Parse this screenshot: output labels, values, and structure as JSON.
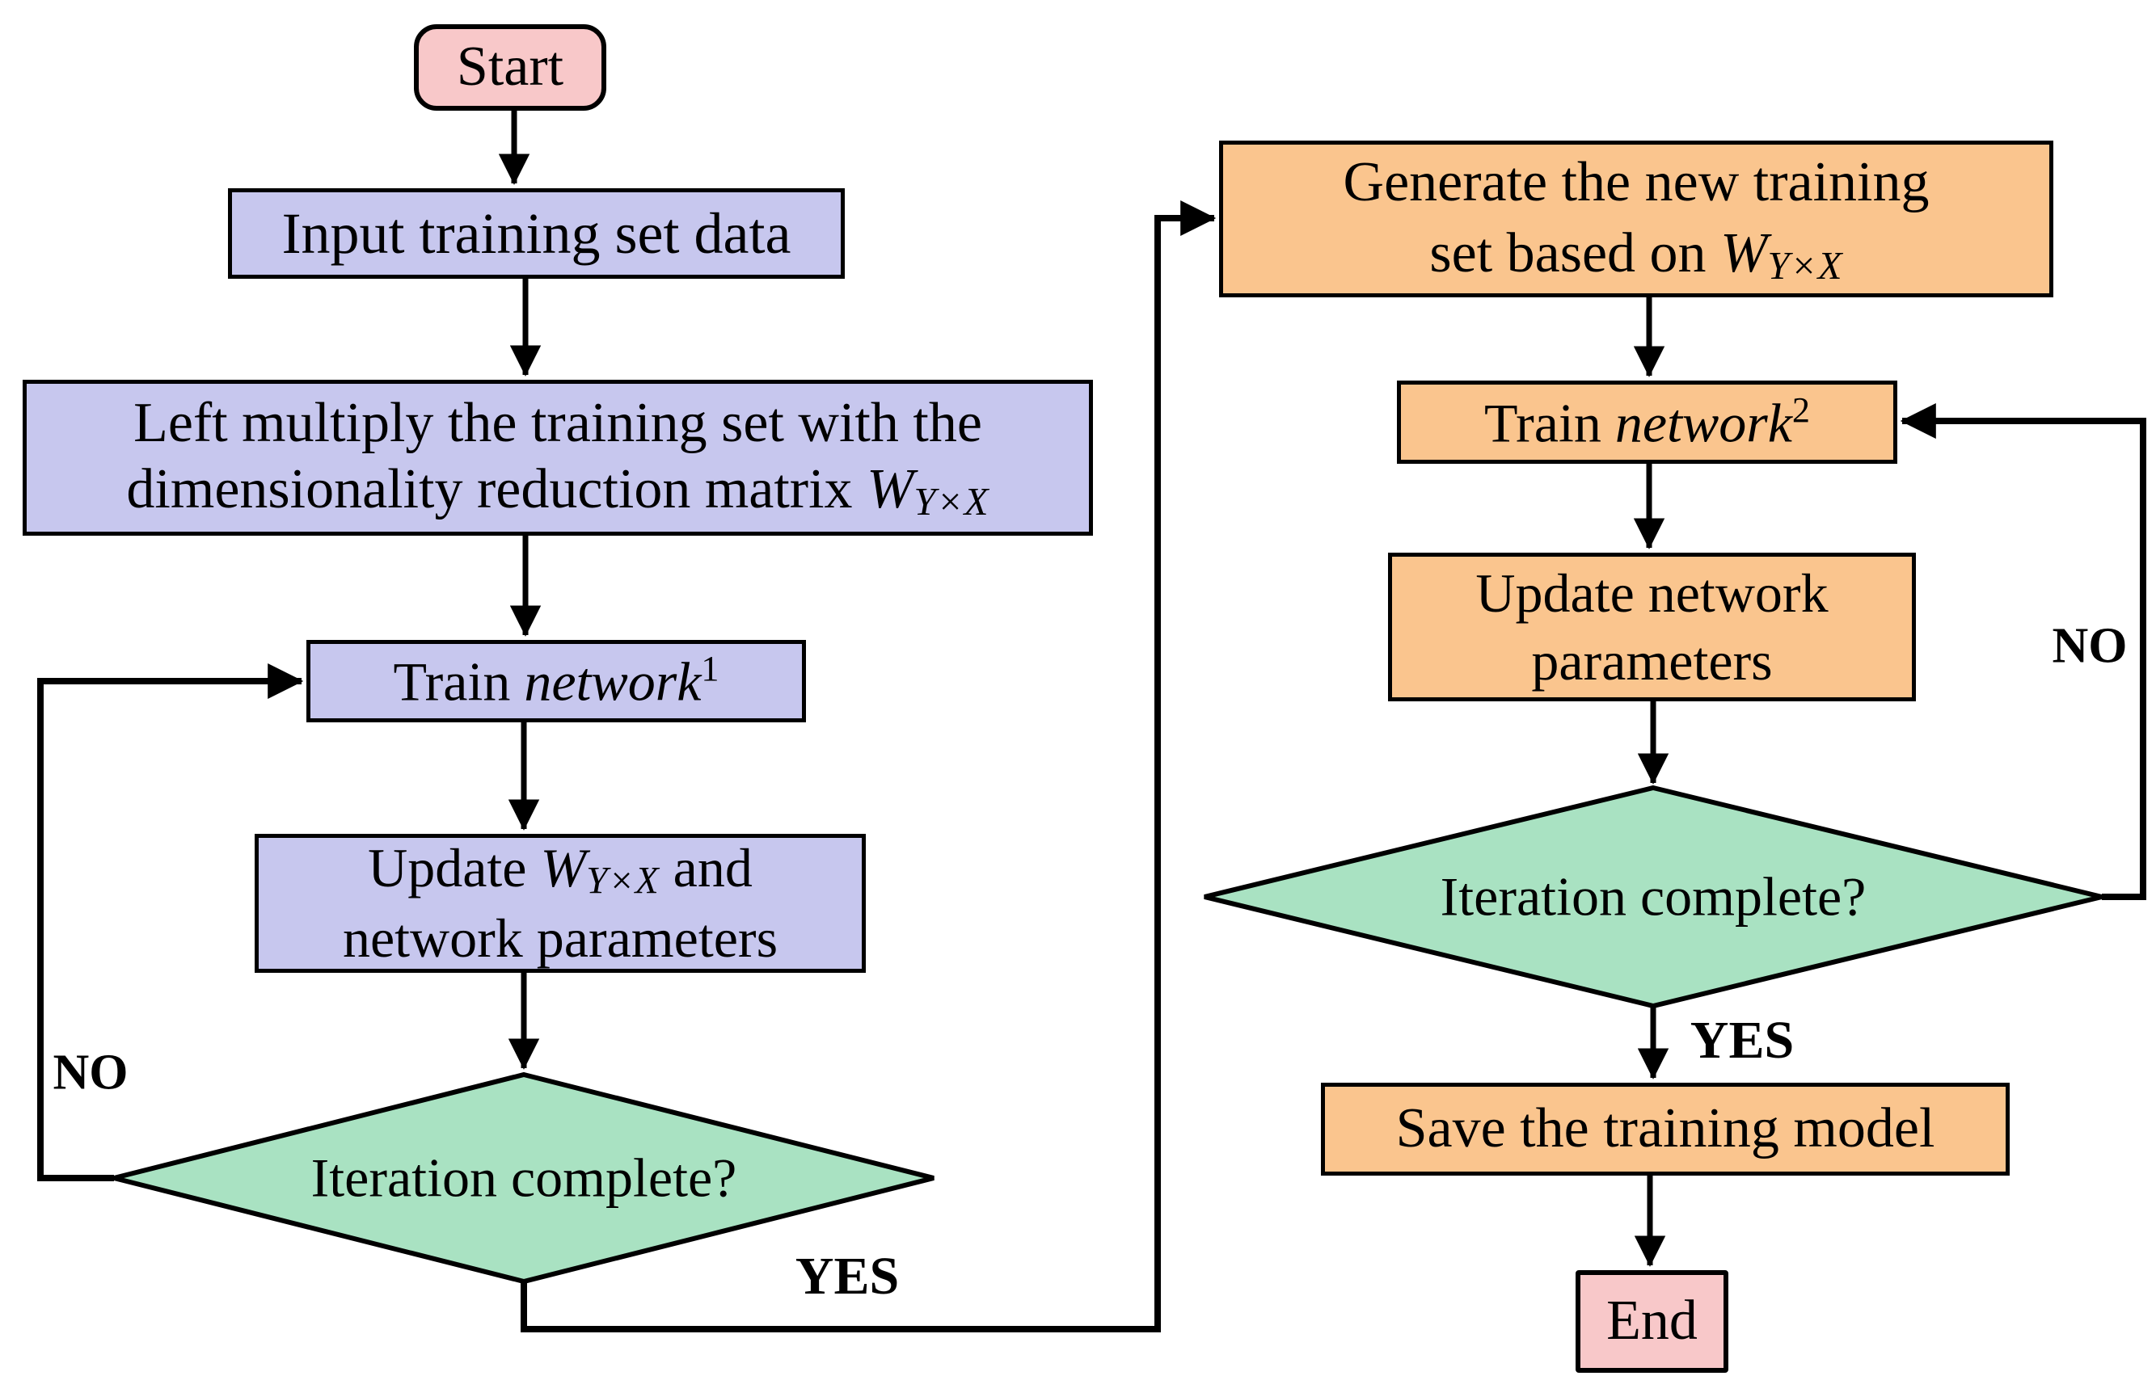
{
  "diagram": {
    "type": "flowchart",
    "nodes": {
      "start": {
        "label": "Start"
      },
      "input_data": {
        "label": "Input training set data"
      },
      "left_multiply": {
        "line1": "Left multiply the training set with the",
        "line2_prefix": "dimensionality reduction matrix ",
        "matrix_symbol": "W",
        "matrix_subscript": "Y×X"
      },
      "train_network1": {
        "prefix": "Train ",
        "italic_word": "network",
        "superscript": "1"
      },
      "update_w": {
        "line1_prefix": "Update ",
        "matrix_symbol": "W",
        "matrix_subscript": "Y×X",
        "line1_suffix": " and",
        "line2": "network parameters"
      },
      "decision1": {
        "label": "Iteration complete?"
      },
      "generate_set": {
        "line1": "Generate the new training",
        "line2_prefix": "set based on ",
        "matrix_symbol": "W",
        "matrix_subscript": "Y×X"
      },
      "train_network2": {
        "prefix": "Train ",
        "italic_word": "network",
        "superscript": "2"
      },
      "update_params": {
        "line1": "Update network",
        "line2": "parameters"
      },
      "decision2": {
        "label": "Iteration complete?"
      },
      "save_model": {
        "label": "Save the training model"
      },
      "end": {
        "label": "End"
      }
    },
    "edge_labels": {
      "no1": "NO",
      "yes1": "YES",
      "no2": "NO",
      "yes2": "YES"
    },
    "colors": {
      "terminal_fill": "#f8c8c9",
      "process_left_fill": "#c7c7ee",
      "process_right_fill": "#fac58e",
      "decision_fill": "#a9e2c2",
      "line": "#000000"
    }
  }
}
